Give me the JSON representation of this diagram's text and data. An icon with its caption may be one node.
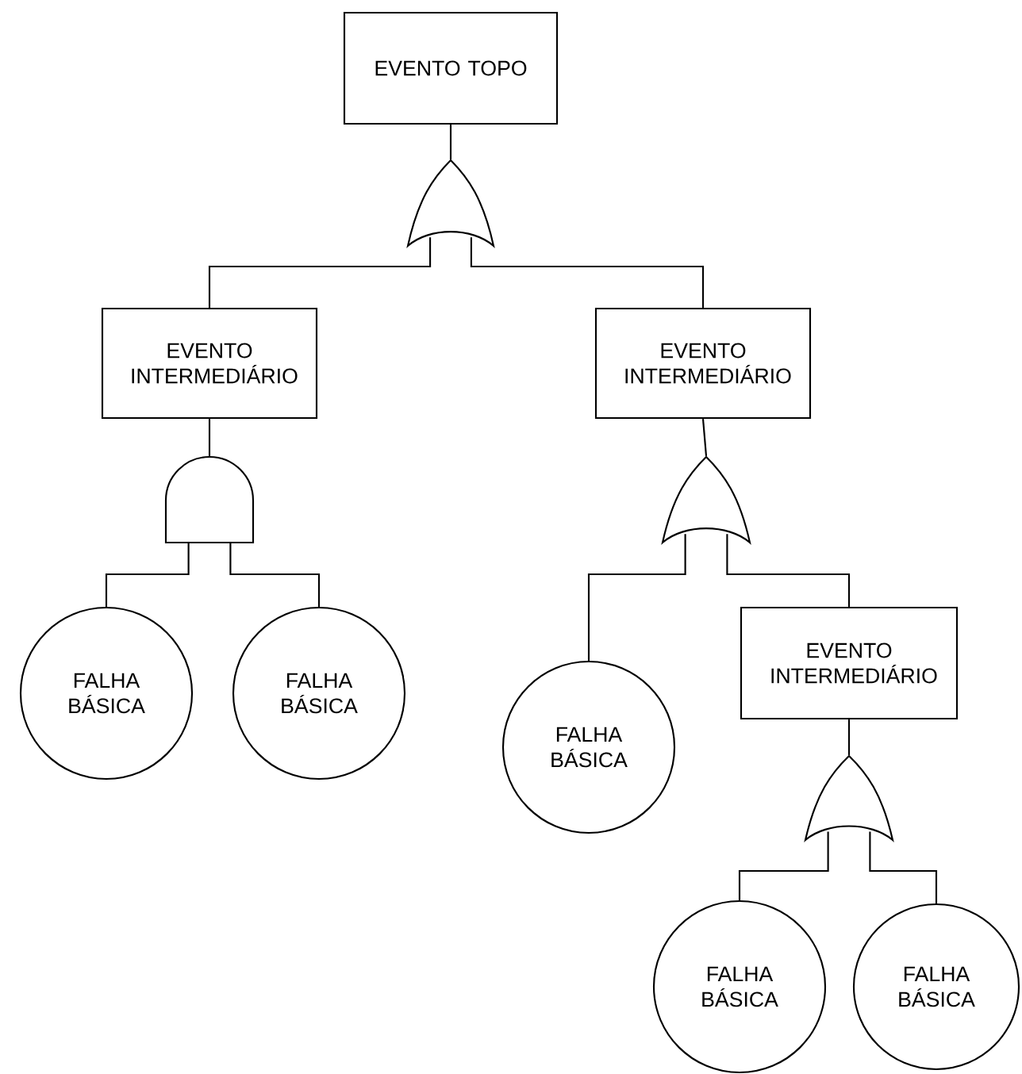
{
  "diagram": {
    "nodes": [
      {
        "text": [
          "EVENTO TOPO"
        ]
      },
      {
        "text": [],
        "shape": "or-gate"
      },
      {
        "text": [
          "EVENTO INTERMEDIÁRIO"
        ]
      },
      {
        "text": [
          "EVENTO INTERMEDIÁRIO"
        ]
      },
      {
        "text": [],
        "shape": "and-gate"
      },
      {
        "text": [
          "FALHA BÁSICA"
        ]
      },
      {
        "text": [
          "FALHA BÁSICA"
        ]
      },
      {
        "text": [],
        "shape": "or-gate"
      },
      {
        "text": [
          "FALHA BÁSICA"
        ]
      },
      {
        "text": [
          "EVENTO INTERMEDIÁRIO"
        ]
      },
      {
        "text": [],
        "shape": "or-gate"
      },
      {
        "text": [
          "FALHA BÁSICA"
        ]
      },
      {
        "text": [
          "FALHA BÁSICA"
        ]
      }
    ],
    "edges": [
      {
        "from": 0,
        "to": 1,
        "arrow": "none"
      },
      {
        "from": 1,
        "to": 2,
        "arrow": "none"
      },
      {
        "from": 1,
        "to": 3,
        "arrow": "none"
      },
      {
        "from": 2,
        "to": 4,
        "arrow": "none"
      },
      {
        "from": 4,
        "to": 5,
        "arrow": "none"
      },
      {
        "from": 4,
        "to": 6,
        "arrow": "none"
      },
      {
        "from": 3,
        "to": 7,
        "arrow": "none"
      },
      {
        "from": 7,
        "to": 8,
        "arrow": "none"
      },
      {
        "from": 7,
        "to": 9,
        "arrow": "none"
      },
      {
        "from": 9,
        "to": 10,
        "arrow": "none"
      },
      {
        "from": 10,
        "to": 11,
        "arrow": "none"
      },
      {
        "from": 10,
        "to": 12,
        "arrow": "none"
      }
    ]
  }
}
